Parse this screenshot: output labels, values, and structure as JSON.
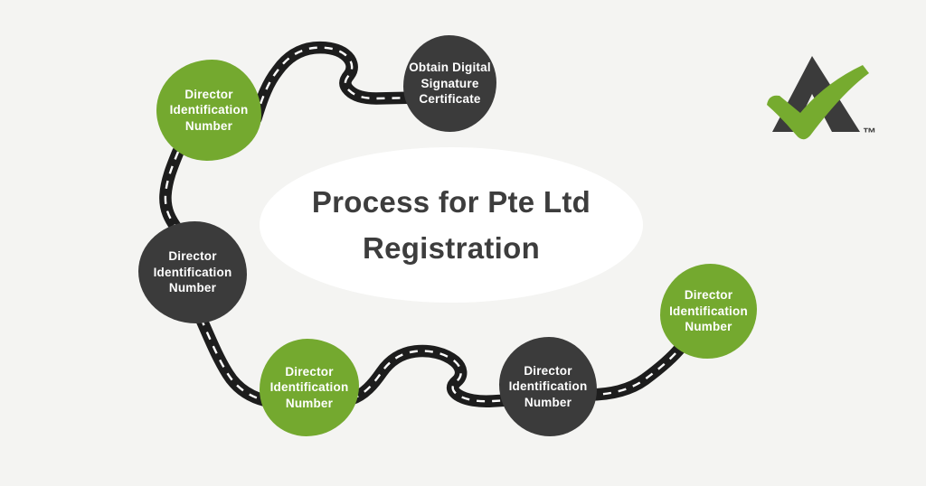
{
  "title": {
    "text": "Process for Pte Ltd\nRegistration"
  },
  "nodes": [
    {
      "id": "din-top-left",
      "variant": "green",
      "label": "Director\nIdentification\nNumber"
    },
    {
      "id": "dsc-top",
      "variant": "dark",
      "label": "Obtain Digital\nSignature\nCertificate"
    },
    {
      "id": "din-left",
      "variant": "dark",
      "label": "Director\nIdentification\nNumber"
    },
    {
      "id": "din-bottom-left",
      "variant": "green",
      "label": "Director\nIdentification\nNumber"
    },
    {
      "id": "din-bottom-right",
      "variant": "dark",
      "label": "Director\nIdentification\nNumber"
    },
    {
      "id": "din-right",
      "variant": "green",
      "label": "Director\nIdentification\nNumber"
    }
  ],
  "logo": {
    "trademark": "™"
  },
  "colors": {
    "background": "#f4f4f2",
    "node_green": "#74a92f",
    "node_dark": "#3b3b3b",
    "road_black": "#1d1d1d",
    "road_dash_white": "#ffffff",
    "title_ellipse": "#ffffff",
    "title_text": "#3d3d3d",
    "logo_dark": "#3b3b3b",
    "logo_green": "#76ab2f"
  }
}
